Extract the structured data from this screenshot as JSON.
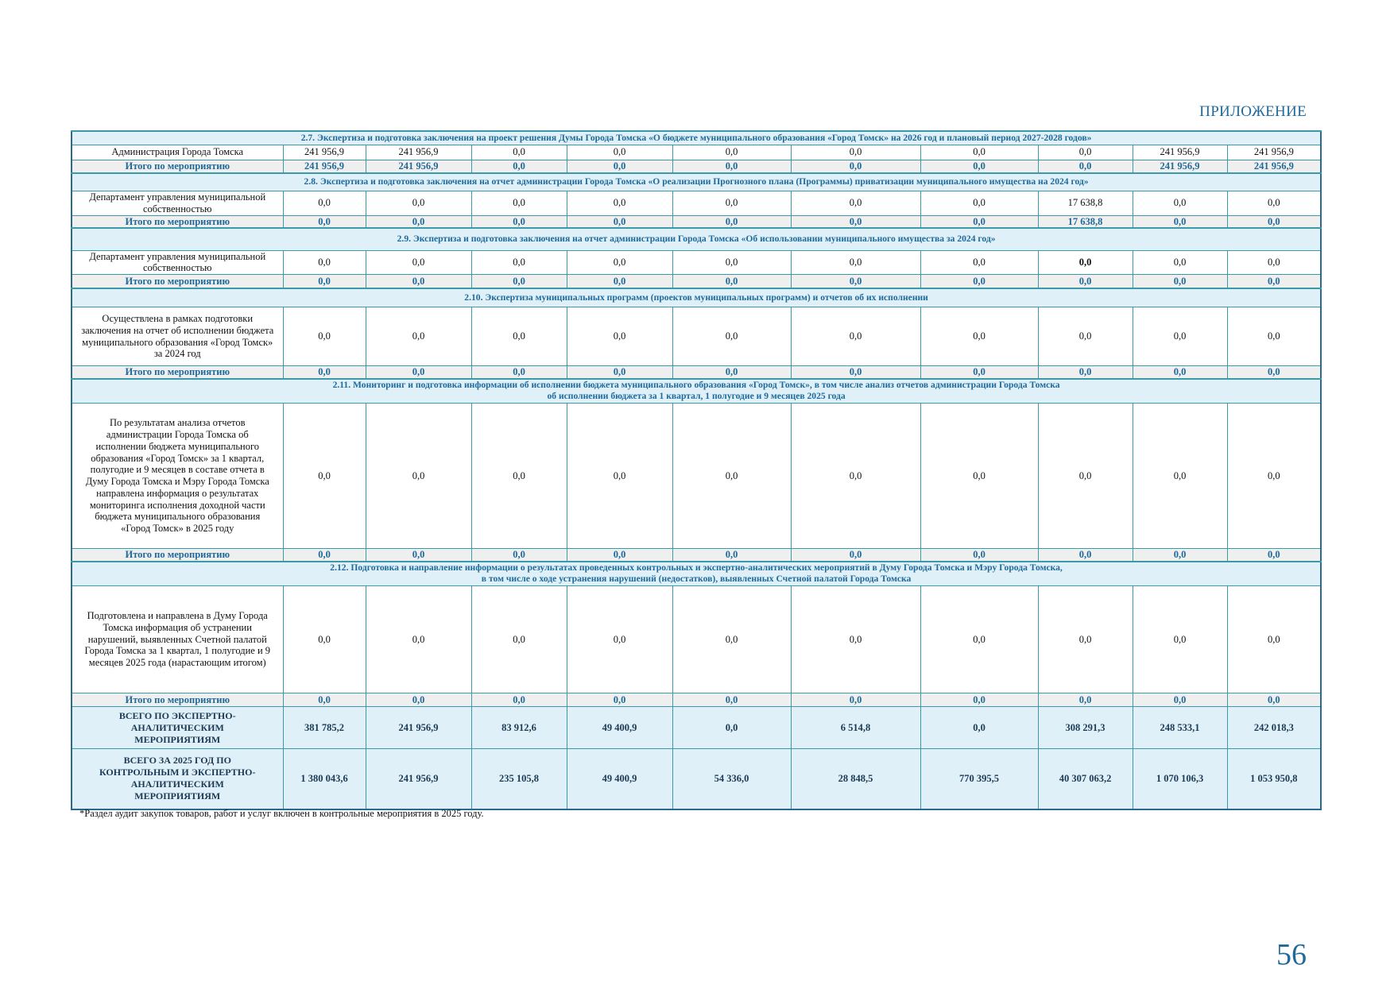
{
  "appendix_label": "ПРИЛОЖЕНИЕ",
  "page_number": "56",
  "footnote": "*Раздел аудит закупок товаров, работ и услуг включен в контрольные мероприятия в 2025 году.",
  "total_label": "Итого по мероприятию",
  "sections": [
    {
      "title": [
        "2.7. Экспертиза и подготовка заключения на проект решения Думы Города Томска «О бюджете муниципального образования «Город Томск» на 2026 год и плановый период 2027-2028 годов»"
      ],
      "row_label": "Администрация Города Томска",
      "values": [
        "241 956,9",
        "241 956,9",
        "0,0",
        "0,0",
        "0,0",
        "0,0",
        "0,0",
        "0,0",
        "241 956,9",
        "241 956,9"
      ],
      "totals": [
        "241 956,9",
        "241 956,9",
        "0,0",
        "0,0",
        "0,0",
        "0,0",
        "0,0",
        "0,0",
        "241 956,9",
        "241 956,9"
      ]
    },
    {
      "title": [
        "2.8. Экспертиза и подготовка заключения на отчет администрации Города Томска «О реализации Прогнозного плана (Программы) приватизации муниципального имущества на 2024 год»"
      ],
      "row_label": "Департамент управления муниципальной собственностью",
      "values": [
        "0,0",
        "0,0",
        "0,0",
        "0,0",
        "0,0",
        "0,0",
        "0,0",
        "17 638,8",
        "0,0",
        "0,0"
      ],
      "totals": [
        "0,0",
        "0,0",
        "0,0",
        "0,0",
        "0,0",
        "0,0",
        "0,0",
        "17 638,8",
        "0,0",
        "0,0"
      ]
    },
    {
      "title": [
        "2.9. Экспертиза и подготовка заключения на отчет администрации Города Томска «Об использовании муниципального имущества за 2024 год»"
      ],
      "row_label": "Департамент управления муниципальной собственностью",
      "values": [
        "0,0",
        "0,0",
        "0,0",
        "0,0",
        "0,0",
        "0,0",
        "0,0",
        "0,0",
        "0,0",
        "0,0"
      ],
      "bold_index": 7,
      "totals": [
        "0,0",
        "0,0",
        "0,0",
        "0,0",
        "0,0",
        "0,0",
        "0,0",
        "0,0",
        "0,0",
        "0,0"
      ]
    },
    {
      "title": [
        "2.10. Экспертиза муниципальных программ (проектов муниципальных программ) и отчетов об их исполнении"
      ],
      "row_label": "Осуществлена в рамках подготовки заключения на отчет об исполнении бюджета муниципального образования «Город Томск» за 2024 год",
      "values": [
        "0,0",
        "0,0",
        "0,0",
        "0,0",
        "0,0",
        "0,0",
        "0,0",
        "0,0",
        "0,0",
        "0,0"
      ],
      "totals": [
        "0,0",
        "0,0",
        "0,0",
        "0,0",
        "0,0",
        "0,0",
        "0,0",
        "0,0",
        "0,0",
        "0,0"
      ]
    },
    {
      "title": [
        "2.11. Мониторинг и подготовка информации об исполнении бюджета муниципального образования «Город Томск», в том числе анализ отчетов администрации Города Томска",
        "об исполнении бюджета за 1 квартал, 1 полугодие и 9 месяцев 2025 года"
      ],
      "row_label": "По результатам анализа отчетов администрации Города Томска об исполнении бюджета муниципального образования «Город Томск» за 1 квартал, полугодие и 9 месяцев в составе отчета в Думу Города Томска и Мэру Города Томска направлена информация о результатах мониторинга исполнения доходной части бюджета муниципального образования «Город Томск» в 2025 году",
      "values": [
        "0,0",
        "0,0",
        "0,0",
        "0,0",
        "0,0",
        "0,0",
        "0,0",
        "0,0",
        "0,0",
        "0,0"
      ],
      "totals": [
        "0,0",
        "0,0",
        "0,0",
        "0,0",
        "0,0",
        "0,0",
        "0,0",
        "0,0",
        "0,0",
        "0,0"
      ]
    },
    {
      "title": [
        "2.12. Подготовка и направление информации о результатах проведенных контрольных и экспертно-аналитических мероприятий в Думу Города Томска и Мэру Города Томска,",
        "в том числе о ходе устранения нарушений (недостатков), выявленных Счетной палатой Города Томска"
      ],
      "row_label": "Подготовлена и направлена в Думу Города Томска информация об устранении нарушений, выявленных Счетной палатой Города Томска за 1 квартал, 1 полугодие и 9 месяцев 2025 года (нарастающим итогом)",
      "values": [
        "0,0",
        "0,0",
        "0,0",
        "0,0",
        "0,0",
        "0,0",
        "0,0",
        "0,0",
        "0,0",
        "0,0"
      ],
      "totals": [
        "0,0",
        "0,0",
        "0,0",
        "0,0",
        "0,0",
        "0,0",
        "0,0",
        "0,0",
        "0,0",
        "0,0"
      ]
    }
  ],
  "grand_totals": [
    {
      "label": "ВСЕГО ПО ЭКСПЕРТНО-АНАЛИТИЧЕСКИМ МЕРОПРИЯТИЯМ",
      "values": [
        "381 785,2",
        "241 956,9",
        "83 912,6",
        "49 400,9",
        "0,0",
        "6 514,8",
        "0,0",
        "308 291,3",
        "248 533,1",
        "242 018,3"
      ]
    },
    {
      "label": "ВСЕГО ЗА 2025 ГОД ПО КОНТРОЛЬНЫМ И ЭКСПЕРТНО-АНАЛИТИЧЕСКИМ МЕРОПРИЯТИЯМ",
      "values": [
        "1 380 043,6",
        "241 956,9",
        "235 105,8",
        "49 400,9",
        "54 336,0",
        "28 848,5",
        "770 395,5",
        "40 307 063,2",
        "1 070 106,3",
        "1 053 950,8"
      ]
    }
  ]
}
